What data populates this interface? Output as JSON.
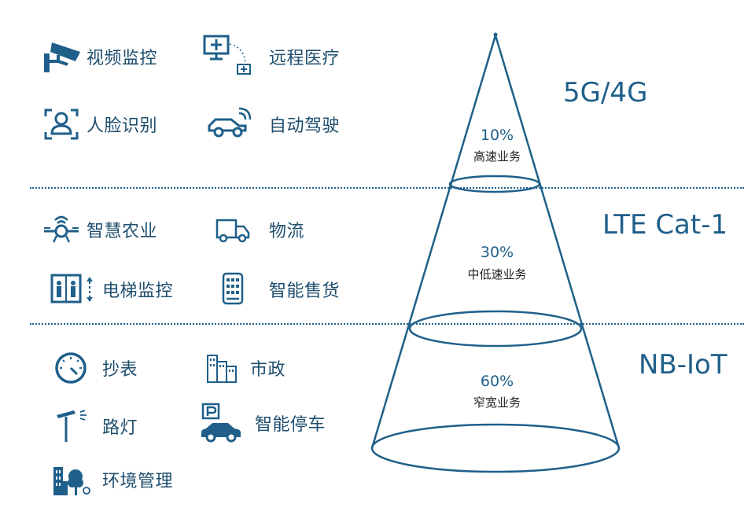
{
  "tiers": [
    {
      "technology": "5G/4G",
      "share": "10%",
      "service": "高速业务",
      "apps": [
        {
          "icon": "surveillance-camera-icon",
          "label": "视频监控"
        },
        {
          "icon": "telemedicine-monitor-icon",
          "label": "远程医疗"
        },
        {
          "icon": "face-recognition-icon",
          "label": "人脸识别"
        },
        {
          "icon": "connected-car-icon",
          "label": "自动驾驶"
        }
      ]
    },
    {
      "technology": "LTE Cat-1",
      "share": "30%",
      "service": "中低速业务",
      "apps": [
        {
          "icon": "agriculture-drone-icon",
          "label": "智慧农业"
        },
        {
          "icon": "delivery-truck-icon",
          "label": "物流"
        },
        {
          "icon": "elevator-icon",
          "label": "电梯监控"
        },
        {
          "icon": "vending-machine-icon",
          "label": "智能售货"
        }
      ]
    },
    {
      "technology": "NB-IoT",
      "share": "60%",
      "service": "窄宽业务",
      "apps": [
        {
          "icon": "meter-gauge-icon",
          "label": "抄表"
        },
        {
          "icon": "city-buildings-icon",
          "label": "市政"
        },
        {
          "icon": "street-light-icon",
          "label": "路灯"
        },
        {
          "icon": "smart-parking-car-icon",
          "label": "智能停车"
        },
        {
          "icon": "environment-building-tree-icon",
          "label": "环境管理"
        }
      ]
    }
  ],
  "colors": {
    "primary": "#1f5f8a",
    "text": "#1f4e6e",
    "service_text": "#222222"
  }
}
